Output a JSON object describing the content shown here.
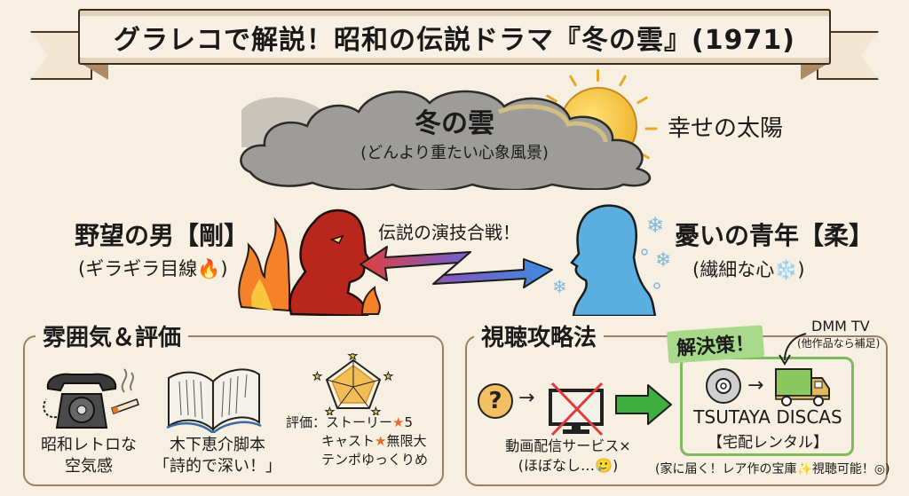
{
  "banner": {
    "title": "グラレコで解説！昭和の伝説ドラマ『冬の雲』(1971)"
  },
  "hero": {
    "cloud_title": "冬の雲",
    "cloud_subtitle": "(どんより重たい心象風景)",
    "sun_label": "幸せの太陽"
  },
  "characters": {
    "man": {
      "name": "野望の男【剛】",
      "subtitle": "(ギラギラ目線🔥)",
      "icon": "fire-man-silhouette",
      "color": "#b8261c"
    },
    "youth": {
      "name": "憂いの青年【柔】",
      "subtitle": "(繊細な心❄️)",
      "icon": "ice-youth-silhouette",
      "color": "#5aaee0"
    },
    "battle_label": "伝説の演技合戦！"
  },
  "atmosphere": {
    "section_title": "雰囲気＆評価",
    "items": [
      {
        "icon": "rotary-phone-and-cigarette",
        "line1": "昭和レトロな",
        "line2": "空気感"
      },
      {
        "icon": "open-script-book",
        "line1": "木下恵介脚本",
        "line2": "「詩的で深い！」"
      }
    ],
    "rating": {
      "icon": "pentagon-radar-chart",
      "prefix": "評価：",
      "rows": [
        {
          "label": "ストーリー",
          "star": "★",
          "value": "5"
        },
        {
          "label": "キャスト",
          "star": "★",
          "value": "無限大"
        },
        {
          "label": "テンポゆっくりめ",
          "star": "",
          "value": ""
        }
      ]
    }
  },
  "viewing": {
    "section_title": "視聴攻略法",
    "question_mark": "?",
    "arrow": "→",
    "stream_label_line1": "動画配信サービス×",
    "stream_label_line2": "(ほぼなし…🥲)",
    "solution_tag": "解決策！",
    "solution_service": "TSUTAYA DISCAS",
    "solution_type": "【宅配レンタル】",
    "dmm_label": "DMM TV",
    "dmm_sub": "(他作品なら補足)",
    "footnote_part1": "(家に届く！レア作の宝庫",
    "footnote_spark": "✨",
    "footnote_part2": "視聴可能！◎)"
  },
  "colors": {
    "background": "#f7efe1",
    "frame": "#9c8064",
    "highlight": "#f0c27a",
    "solution_green": "#7dbb5a",
    "solution_tag_green": "#a8d98a",
    "arrow_green": "#3fae3f",
    "cross_red": "#e23b3b",
    "sun": "#f2b833"
  }
}
